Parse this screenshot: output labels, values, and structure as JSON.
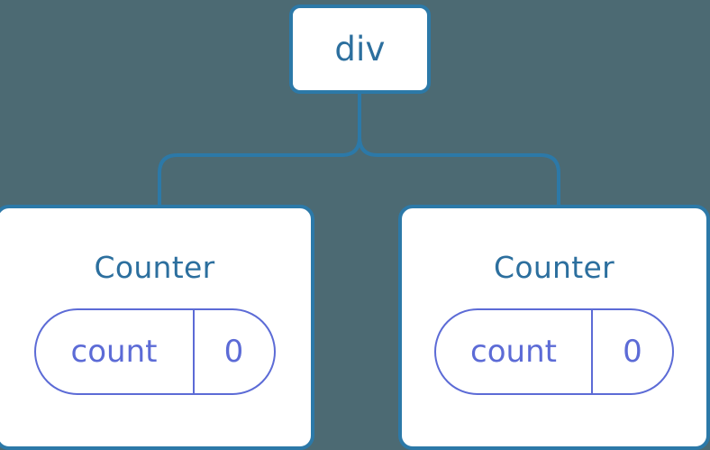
{
  "diagram": {
    "type": "component-tree",
    "background_color": "#4c6a73",
    "node_border_color": "#2c79a8",
    "node_fill_color": "#ffffff",
    "node_text_color": "#2c6f9e",
    "state_pill_color": "#5c6bd6",
    "edge_color": "#2c79a8",
    "root": {
      "label": "div"
    },
    "children": [
      {
        "label": "Counter",
        "state": {
          "key": "count",
          "value": "0"
        }
      },
      {
        "label": "Counter",
        "state": {
          "key": "count",
          "value": "0"
        }
      }
    ]
  }
}
